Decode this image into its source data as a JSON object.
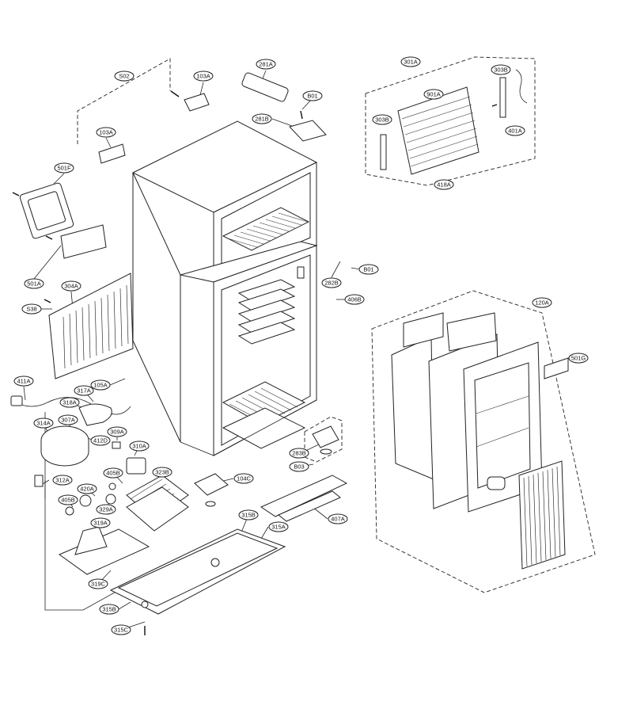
{
  "diagram": {
    "labels": {
      "S02": "S02",
      "103A_top": "103A",
      "281A": "281A",
      "B01_top": "B01",
      "281B": "281B",
      "103A_left": "103A",
      "301A": "301A",
      "303B_left": "303B",
      "901A": "901A",
      "303B_right": "303B",
      "401A": "401A",
      "418A": "418A",
      "501F": "501F",
      "501A": "501A",
      "304A": "304A",
      "S38": "S38",
      "282B": "282B",
      "B01_mid": "B01",
      "406B": "406B",
      "120A": "120A",
      "501G": "501G",
      "411A": "411A",
      "105A": "105A",
      "317A": "317A",
      "318A": "318A",
      "307A": "307A",
      "314A": "314A",
      "412D": "412D",
      "309A": "309A",
      "310A": "310A",
      "283B": "283B",
      "B03": "B03",
      "405B_upper": "405B",
      "323B": "323B",
      "312A": "312A",
      "420A": "420A",
      "405B_lower": "405B",
      "329A": "329A",
      "104C": "104C",
      "407A": "407A",
      "319A": "319A",
      "315B_upper": "315B",
      "315A": "315A",
      "319C": "319C",
      "315B_lower": "315B",
      "315C": "315C"
    }
  }
}
